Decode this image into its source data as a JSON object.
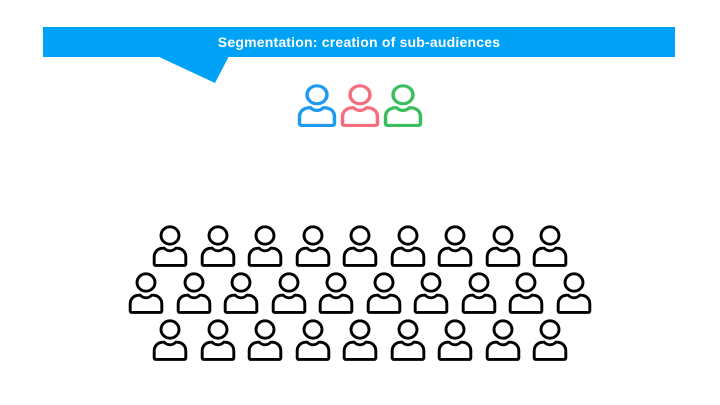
{
  "page": {
    "background_color": "#FFFFFF"
  },
  "banner": {
    "title": "Segmentation: creation of sub-audiences",
    "background_color": "#00A2F5",
    "text_color": "#FFFFFF"
  },
  "segments": {
    "icons": [
      {
        "name": "blue-person",
        "color": "#1E9AF0"
      },
      {
        "name": "pink-person",
        "color": "#F56E80"
      },
      {
        "name": "green-person",
        "color": "#3CBE5E"
      }
    ]
  },
  "audience": {
    "icon_color": "#000000",
    "rows": [
      9,
      10,
      9
    ],
    "total": 28
  }
}
